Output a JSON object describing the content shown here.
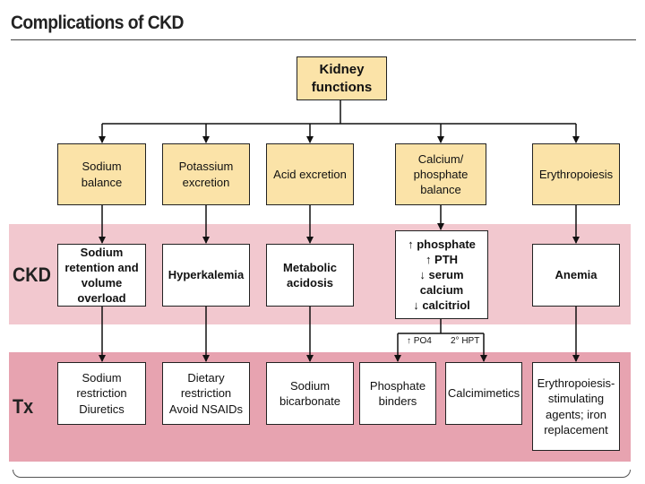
{
  "title": "Complications of CKD",
  "row_labels": {
    "ckd": "CKD",
    "tx": "Tx"
  },
  "root": {
    "line1": "Kidney",
    "line2": "functions"
  },
  "functions": [
    {
      "lines": [
        "Sodium balance"
      ]
    },
    {
      "lines": [
        "Potassium",
        "excretion"
      ]
    },
    {
      "lines": [
        "Acid excretion"
      ]
    },
    {
      "lines": [
        "Calcium/",
        "phosphate",
        "balance"
      ]
    },
    {
      "lines": [
        "Erythropoiesis"
      ]
    }
  ],
  "ckd": [
    {
      "lines": [
        "Sodium",
        "retention and",
        "volume overload"
      ]
    },
    {
      "lines": [
        "Hyperkalemia"
      ]
    },
    {
      "lines": [
        "Metabolic",
        "acidosis"
      ]
    },
    {
      "lines": [
        "↑ phosphate",
        "↑ PTH",
        "↓ serum calcium",
        "↓ calcitriol"
      ]
    },
    {
      "lines": [
        "Anemia"
      ]
    }
  ],
  "branch_labels": {
    "left": "↑ PO4",
    "right": "2° HPT"
  },
  "tx": [
    {
      "lines": [
        "Sodium",
        "restriction",
        "Diuretics"
      ]
    },
    {
      "lines": [
        "Dietary",
        "restriction",
        "Avoid NSAIDs"
      ]
    },
    {
      "lines": [
        "Sodium",
        "bicarbonate"
      ]
    },
    {
      "lines": [
        "Phosphate",
        "binders"
      ]
    },
    {
      "lines": [
        "Calcimimetics"
      ]
    },
    {
      "lines": [
        "Erythropoiesis-",
        "stimulating",
        "agents; iron",
        "replacement"
      ]
    }
  ]
}
